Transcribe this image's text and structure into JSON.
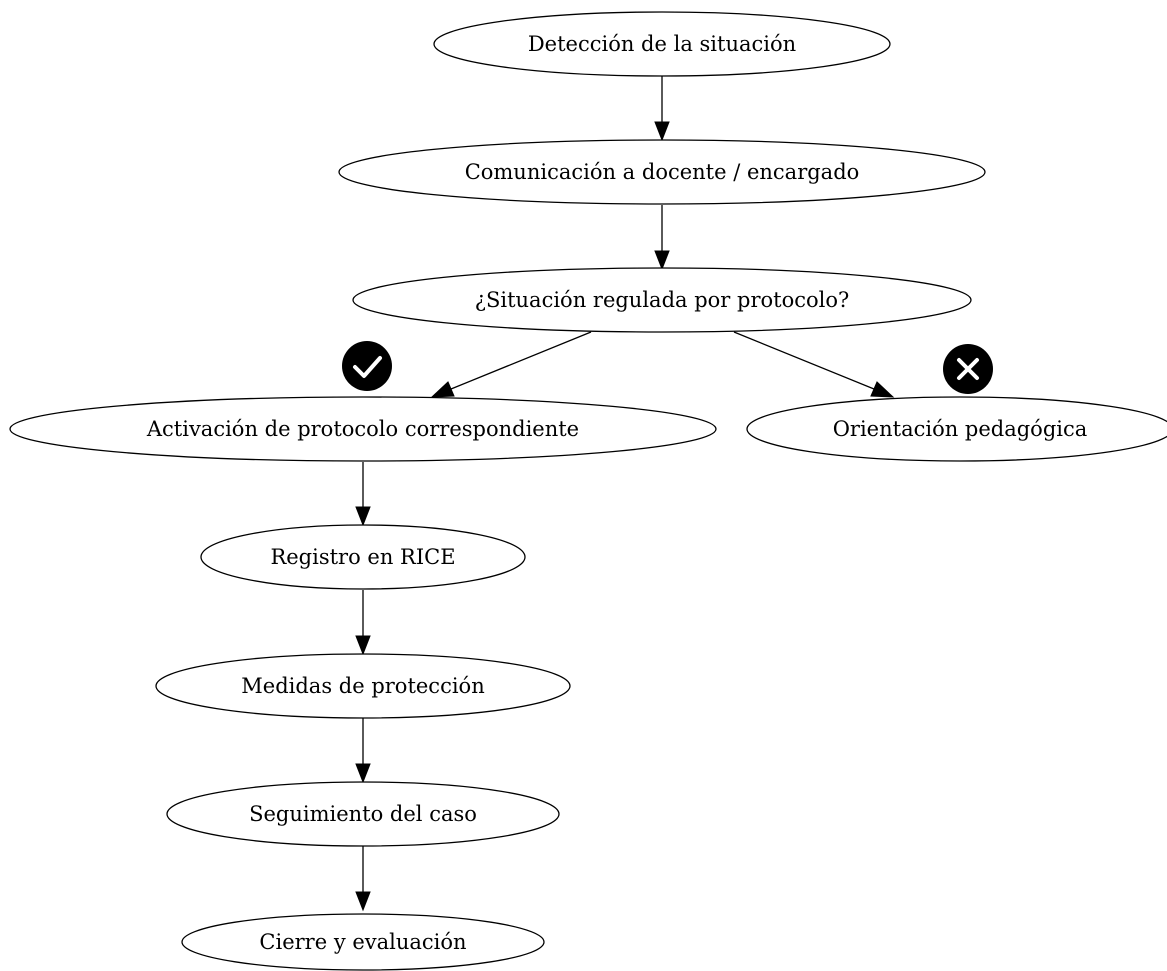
{
  "nodes": {
    "deteccion": "Detección de la situación",
    "comunicacion": "Comunicación a docente / encargado",
    "decision": "¿Situación regulada por protocolo?",
    "activacion": "Activación de protocolo correspondiente",
    "orientacion": "Orientación pedagógica",
    "registro": "Registro en RICE",
    "medidas": "Medidas de protección",
    "seguimiento": "Seguimiento del caso",
    "cierre": "Cierre y evaluación"
  },
  "branches": {
    "yes_icon": "check-circle-icon",
    "no_icon": "x-circle-icon"
  },
  "colors": {
    "stroke": "#000000",
    "fill": "#ffffff",
    "badge": "#000000"
  }
}
